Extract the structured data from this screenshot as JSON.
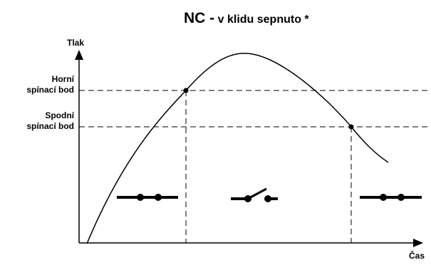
{
  "title": {
    "prefix": "NC -",
    "text": "v klidu sepnuto *"
  },
  "axes": {
    "y_label": "Tlak",
    "x_label": "Čas"
  },
  "thresholds": {
    "upper": {
      "label_line1": "Horní",
      "label_line2": "spínací bod"
    },
    "lower": {
      "label_line1": "Spodní",
      "label_line2": "spínací bod"
    }
  },
  "switch_states": [
    "closed",
    "open",
    "closed"
  ],
  "colors": {
    "ink": "#000000",
    "background": "#ffffff"
  }
}
